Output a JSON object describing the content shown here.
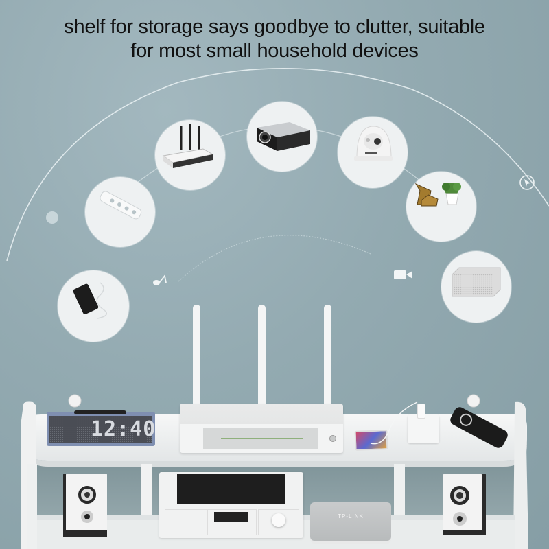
{
  "headline": {
    "line1": "shelf for storage says goodbye to clutter, suitable",
    "line2": "for most small household devices"
  },
  "colors": {
    "background": "#93aab1",
    "bubble": "#eef1f2",
    "shelf": "#f2f3f3",
    "text": "#111111"
  },
  "device_bubbles": [
    {
      "name": "phone",
      "icon": "smartphone-icon"
    },
    {
      "name": "power strip",
      "icon": "power-strip-icon"
    },
    {
      "name": "wifi router",
      "icon": "router-icon"
    },
    {
      "name": "projector",
      "icon": "projector-icon"
    },
    {
      "name": "security camera",
      "icon": "dome-camera-icon"
    },
    {
      "name": "decor ornaments",
      "icon": "deer-plant-icon"
    },
    {
      "name": "speaker",
      "icon": "speaker-box-icon"
    }
  ],
  "decorations": [
    "music-note-icon",
    "video-camera-icon",
    "play-cursor-icon",
    "dot-icon"
  ],
  "shelf": {
    "clock_display": "12:40",
    "box_brand": "TP-LINK",
    "top_items": [
      "led clock speaker",
      "wifi router",
      "smartphone",
      "charger",
      "tv remote"
    ],
    "bottom_items": [
      "left speaker",
      "amplifier",
      "tp-link box",
      "right speaker"
    ]
  }
}
